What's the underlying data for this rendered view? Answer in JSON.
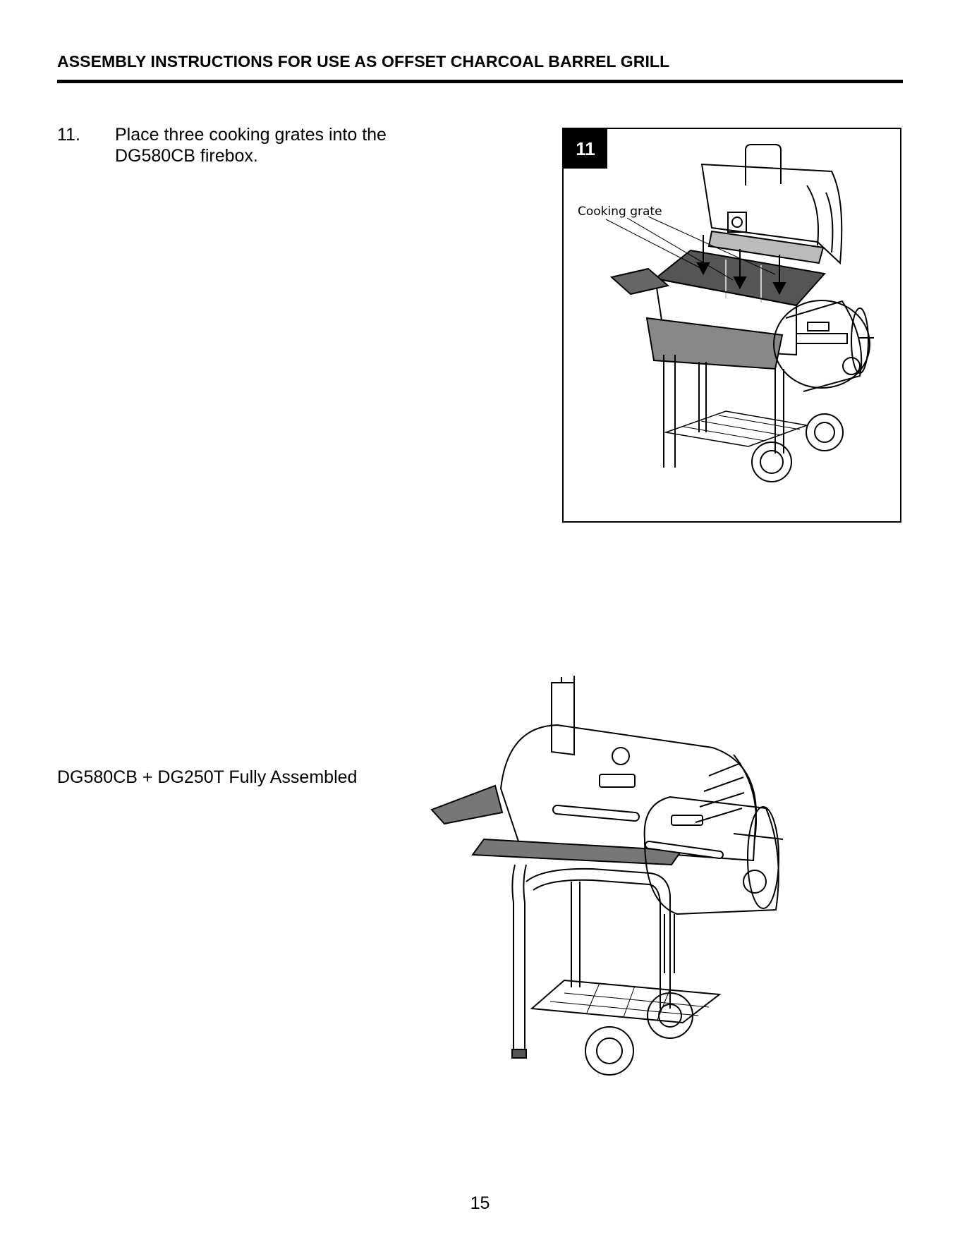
{
  "header": {
    "title": "ASSEMBLY INSTRUCTIONS FOR USE AS OFFSET CHARCOAL BARREL GRILL"
  },
  "step": {
    "number": "11.",
    "line1": "Place three cooking grates into the",
    "line2": "DG580CB firebox."
  },
  "figure": {
    "badge": "11",
    "callout": "Cooking grate"
  },
  "assembled": {
    "caption": "DG580CB + DG250T Fully Assembled"
  },
  "footer": {
    "page_number": "15"
  }
}
